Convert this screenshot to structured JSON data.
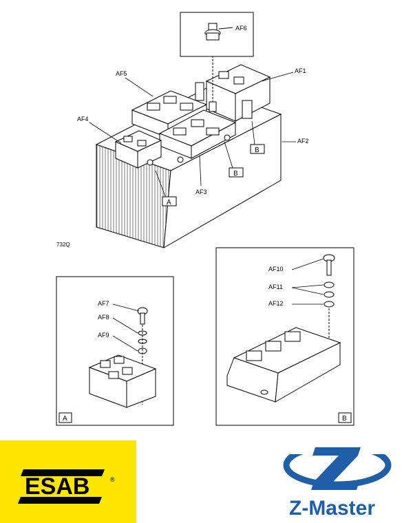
{
  "drawing_code": "732Q",
  "parts": {
    "af1": "AF1",
    "af2": "AF2",
    "af3": "AF3",
    "af4": "AF4",
    "af5": "AF5",
    "af6": "AF6",
    "af7": "AF7",
    "af8": "AF8",
    "af9": "AF9",
    "af10": "AF10",
    "af11": "AF11",
    "af12": "AF12"
  },
  "callouts": {
    "a": "A",
    "b": "B"
  },
  "brands": {
    "esab": {
      "text": "ESAB",
      "mark": "®",
      "color": "#FFE600"
    },
    "zmaster": {
      "text": "Z-Master",
      "color": "#1E5FA8"
    }
  }
}
